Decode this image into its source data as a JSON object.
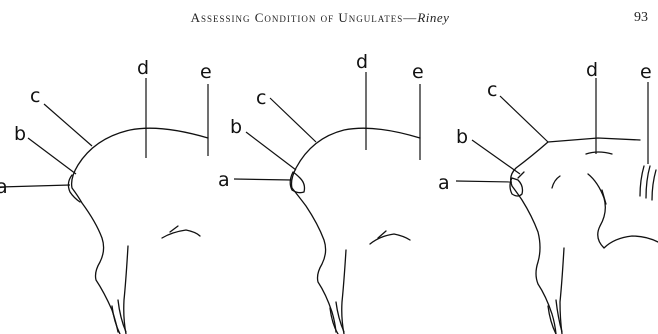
{
  "header": {
    "running_title": "Assessing Condition of Ungulates—",
    "author": "Riney",
    "page_number": "93"
  },
  "figure": {
    "panels": [
      {
        "labels": {
          "a": "a",
          "b": "b",
          "c": "c",
          "d": "d",
          "e": "e"
        }
      },
      {
        "labels": {
          "a": "a",
          "b": "b",
          "c": "c",
          "d": "d",
          "e": "e"
        }
      },
      {
        "labels": {
          "a": "a",
          "b": "b",
          "c": "c",
          "d": "d",
          "e": "e"
        }
      }
    ]
  }
}
